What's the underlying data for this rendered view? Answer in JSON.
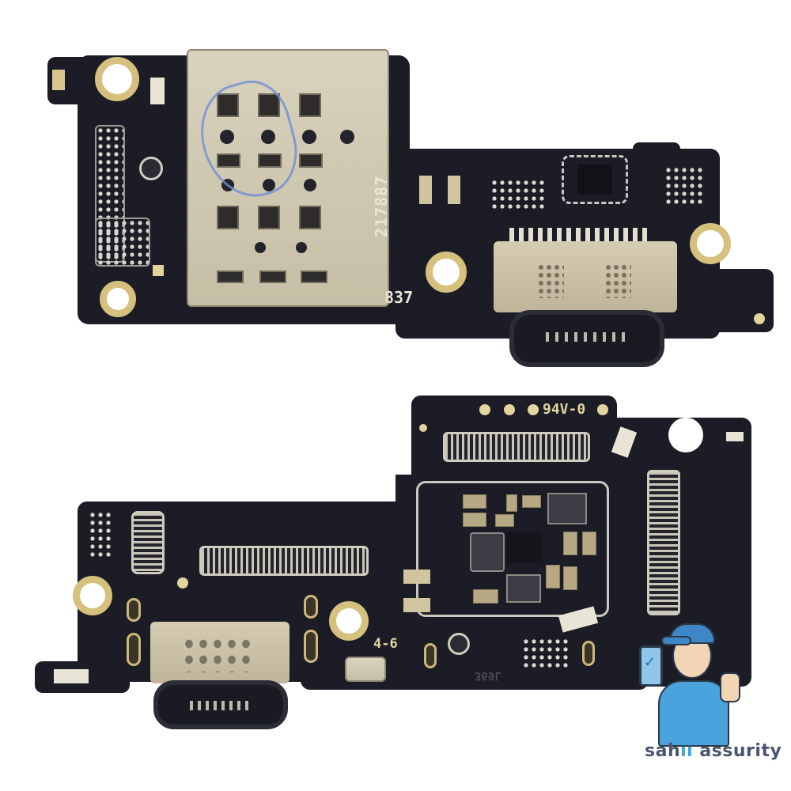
{
  "image": {
    "description": "Product photo of two smartphone charging port PCB boards (top view and bottom view) on white background with brand watermark",
    "background_color": "#ffffff",
    "pcb_color": "#1b1c25",
    "gold_color": "#d6c07e"
  },
  "top_board": {
    "silkscreen_number_vertical": "217887",
    "silkscreen_number_bottom": "837",
    "components": [
      "sim-card-tray",
      "usb-c-port",
      "antenna-coax-connector",
      "flex-connector-pads"
    ]
  },
  "bottom_board": {
    "silkscreen_rating": "94V-0",
    "silkscreen_label": "4-6",
    "silkscreen_faint": "369L",
    "components": [
      "usb-c-port",
      "board-to-board-connector",
      "vertical-flex-connector",
      "shielded-power-section",
      "antenna-coax-connector"
    ]
  },
  "watermark": {
    "brand_part1": "sah",
    "brand_highlight": "ii",
    "brand_part2": " assurity",
    "text_color": "#4a5470",
    "highlight_color": "#3aa6e0",
    "mascot": "technician-thumbs-up-holding-phone"
  }
}
